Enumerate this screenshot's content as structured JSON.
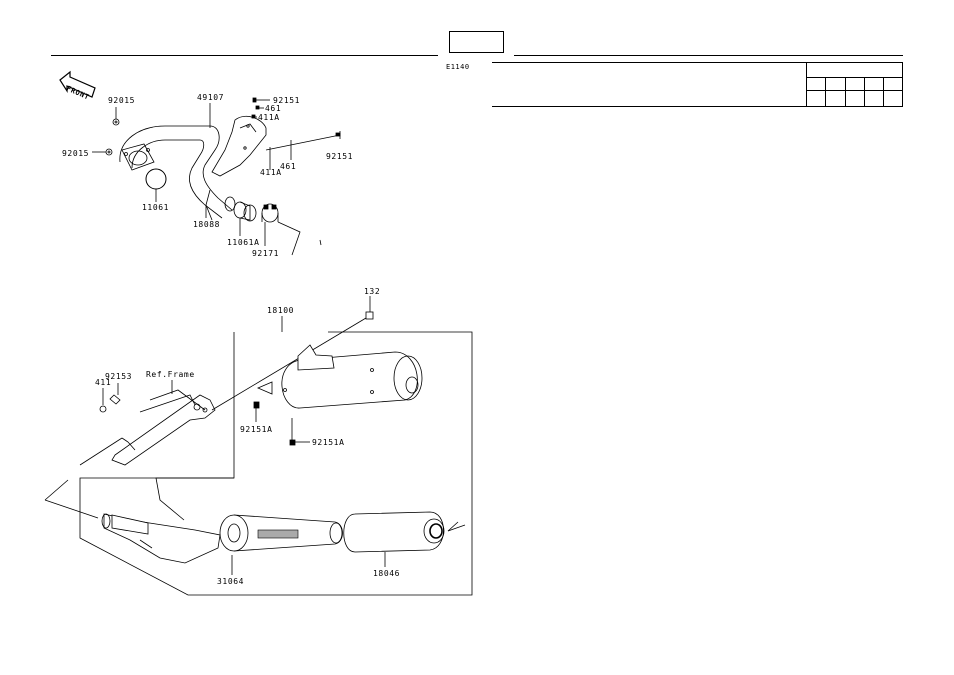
{
  "header": {
    "page_code": "E1140"
  },
  "diagram": {
    "front_arrow": "FRONT",
    "ref_frame": "Ref.Frame",
    "parts": {
      "p92015a": "92015",
      "p92015b": "92015",
      "p49107": "49107",
      "p92151": "92151",
      "p461a": "461",
      "p411Aa": "411A",
      "p411Ab": "411A",
      "p461b": "461",
      "p92151b": "92151",
      "p11061": "11061",
      "p18088": "18088",
      "p11061A": "11061A",
      "p92171": "92171",
      "p132": "132",
      "p18100": "18100",
      "p92153": "92153",
      "p411": "411",
      "p92151Aa": "92151A",
      "p92151Ab": "92151A",
      "p31064": "31064",
      "p18046": "18046"
    }
  }
}
